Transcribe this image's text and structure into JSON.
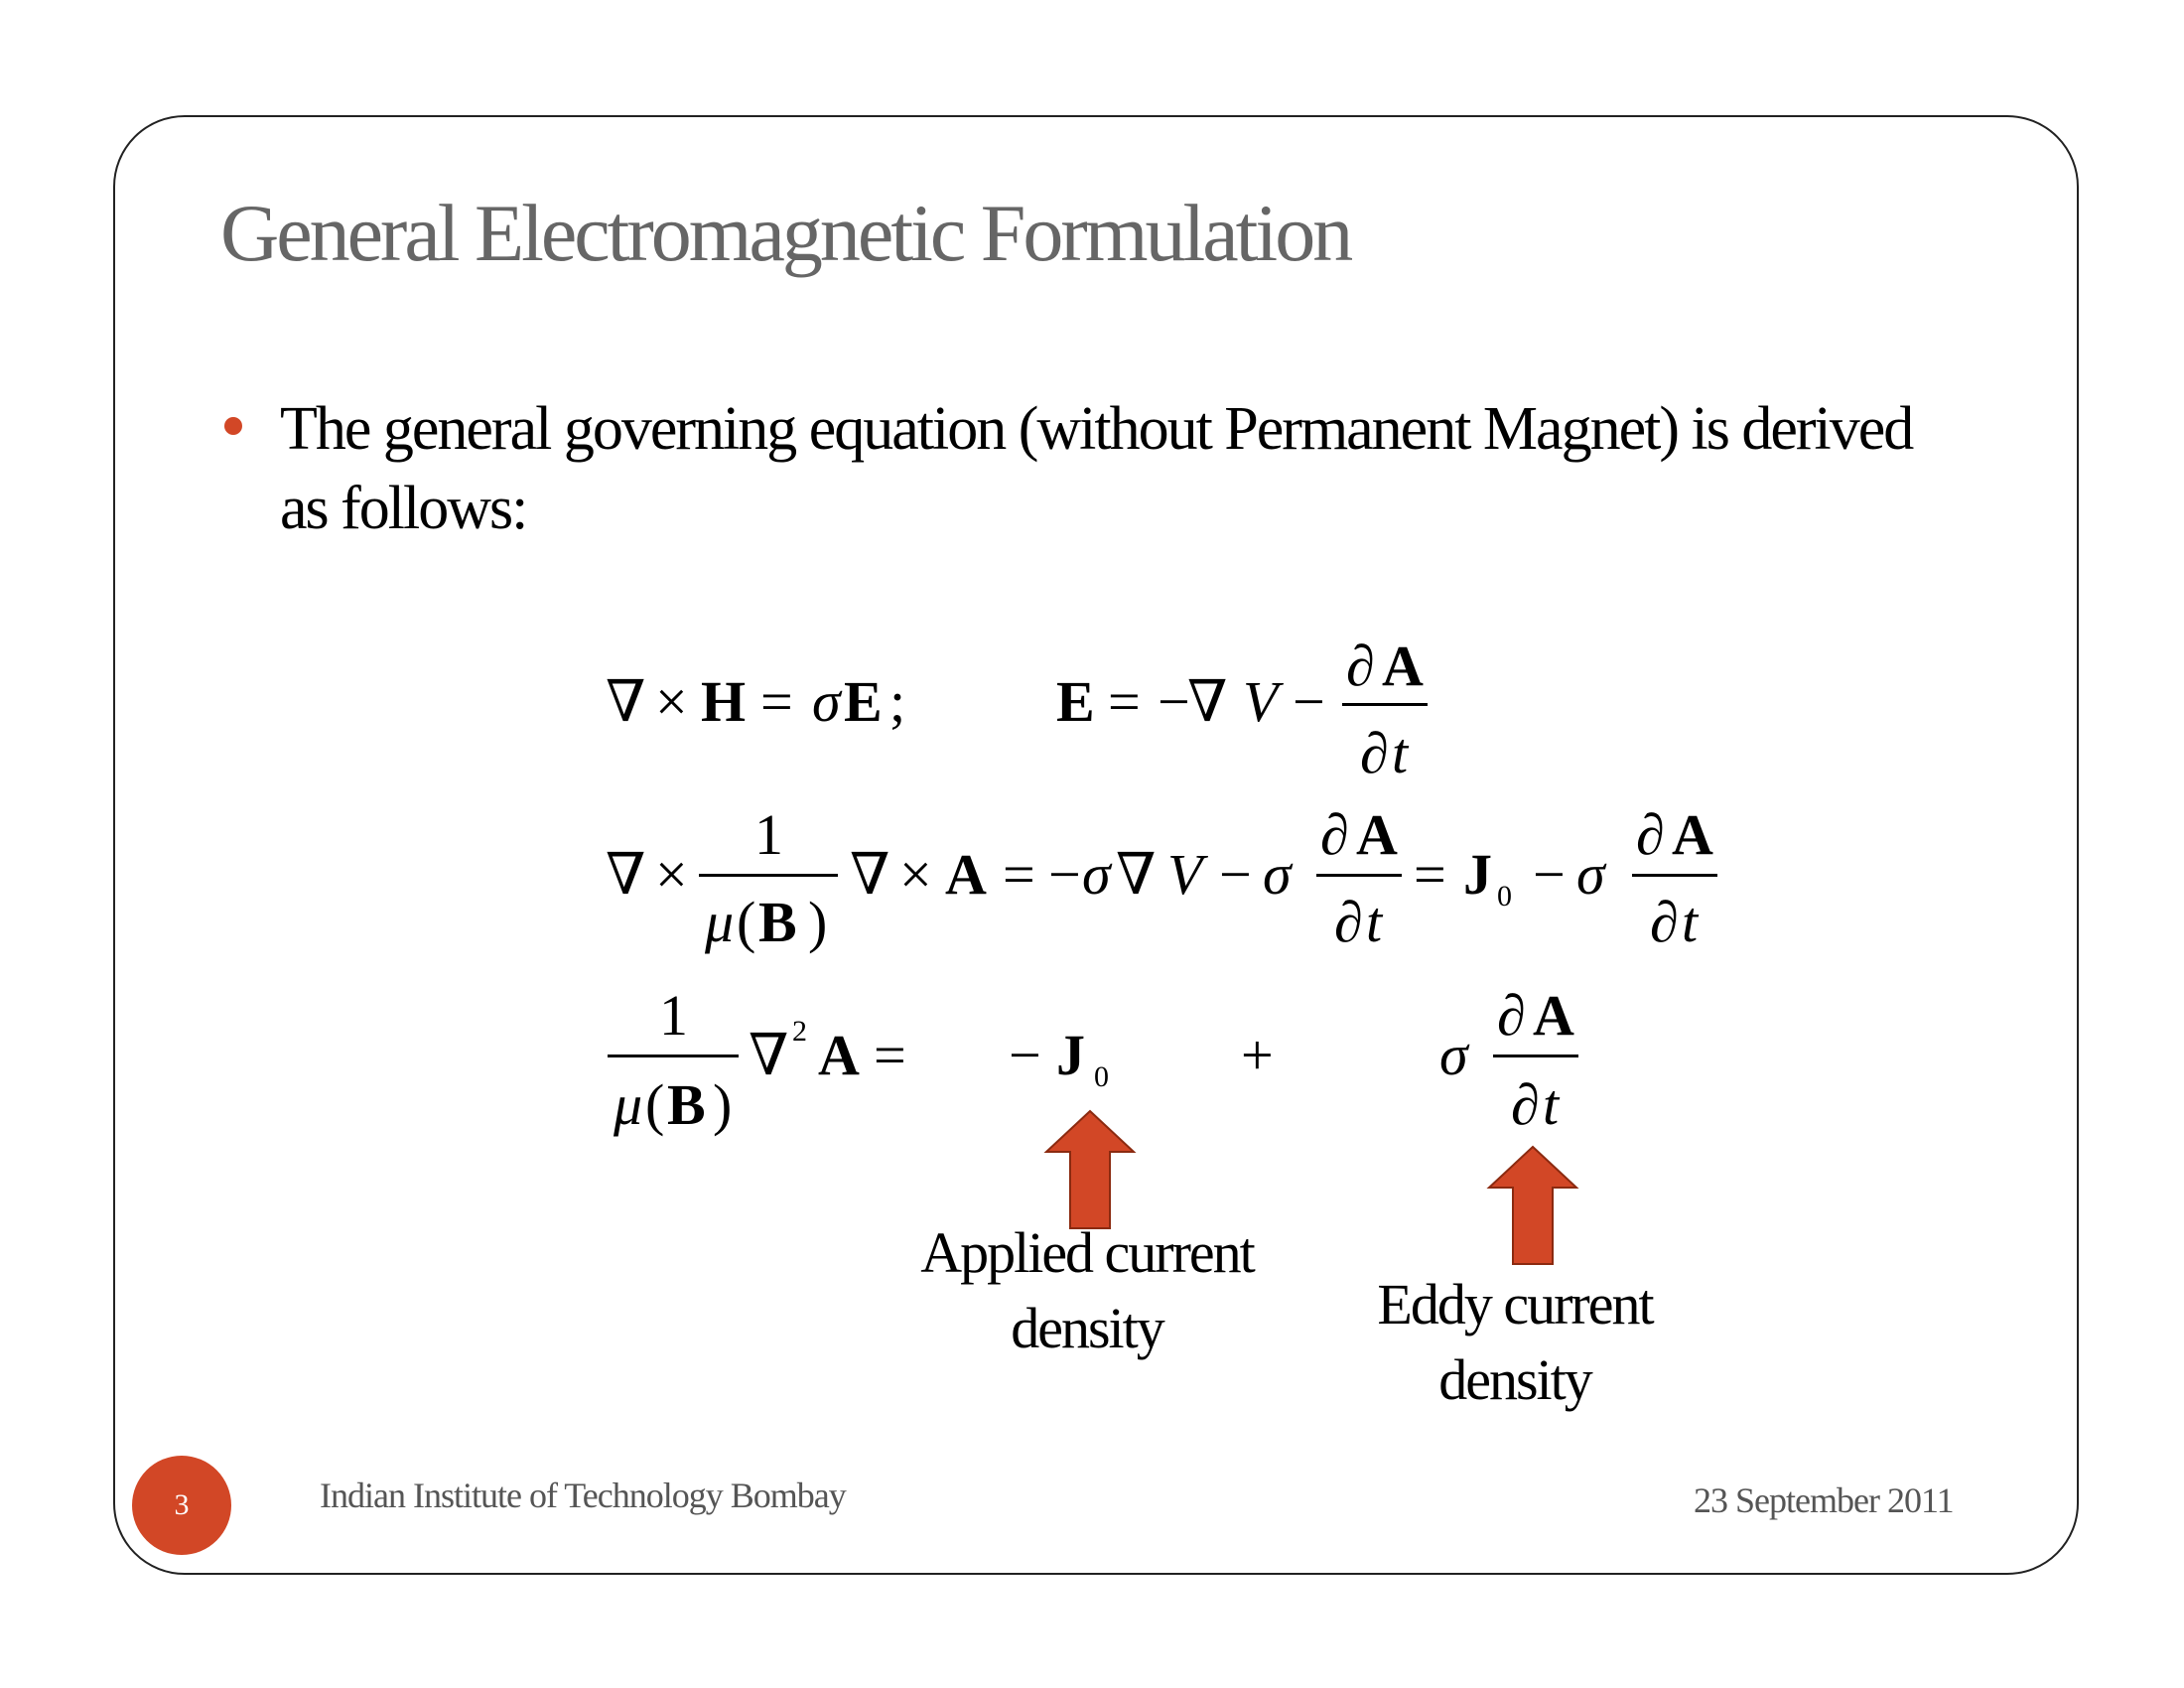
{
  "slide": {
    "title": "General Electromagnetic Formulation",
    "bullet": "The general governing equation (without Permanent Magnet) is derived as follows:",
    "page_number": "3",
    "institution": "Indian Institute of Technology Bombay",
    "date": "23 September 2011"
  },
  "annotations": {
    "applied": "Applied current density",
    "eddy": "Eddy current density"
  },
  "colors": {
    "accent": "#d24726",
    "title": "#666666",
    "arrow_fill": "#d24726",
    "arrow_stroke": "#8b2a10"
  },
  "equations": {
    "eq1_lhs": "∇ × H = σE ;",
    "eq1_rhs": "E = −∇V − ∂A/∂t",
    "eq2": "∇ × (1/μ(B)) ∇ × A = −σ∇V − σ ∂A/∂t = J₀ − σ ∂A/∂t",
    "eq3": "(1/μ(B)) ∇²A = −J₀ + σ ∂A/∂t"
  },
  "glyphs": {
    "nabla": "∇",
    "times": "×",
    "eq": "=",
    "minus": "−",
    "plus": "+",
    "sigma": "σ",
    "mu": "μ",
    "partial": "∂",
    "semicolon": ";",
    "H": "H",
    "E": "E",
    "A": "A",
    "B": "B",
    "J": "J",
    "V": "V",
    "t": "t",
    "one": "1",
    "zero": "0",
    "two": "2",
    "lparen": "(",
    "rparen": ")"
  }
}
